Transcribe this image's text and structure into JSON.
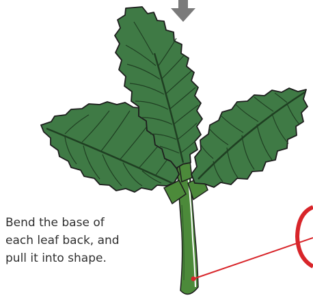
{
  "caption": {
    "line1": "Bend the base of",
    "line2": "each leaf back, and",
    "line3": "pull it into shape."
  },
  "colors": {
    "leaf_fill": "#3f7a45",
    "leaf_outline": "#1d1d1d",
    "vein": "#1f3f22",
    "stem_fill": "#4c8a3a",
    "arrow": "#7a7a7a",
    "pointer": "#d8252a"
  },
  "icons": {
    "top_arrow": "down-arrow-icon",
    "callout": "red-circle-callout"
  }
}
